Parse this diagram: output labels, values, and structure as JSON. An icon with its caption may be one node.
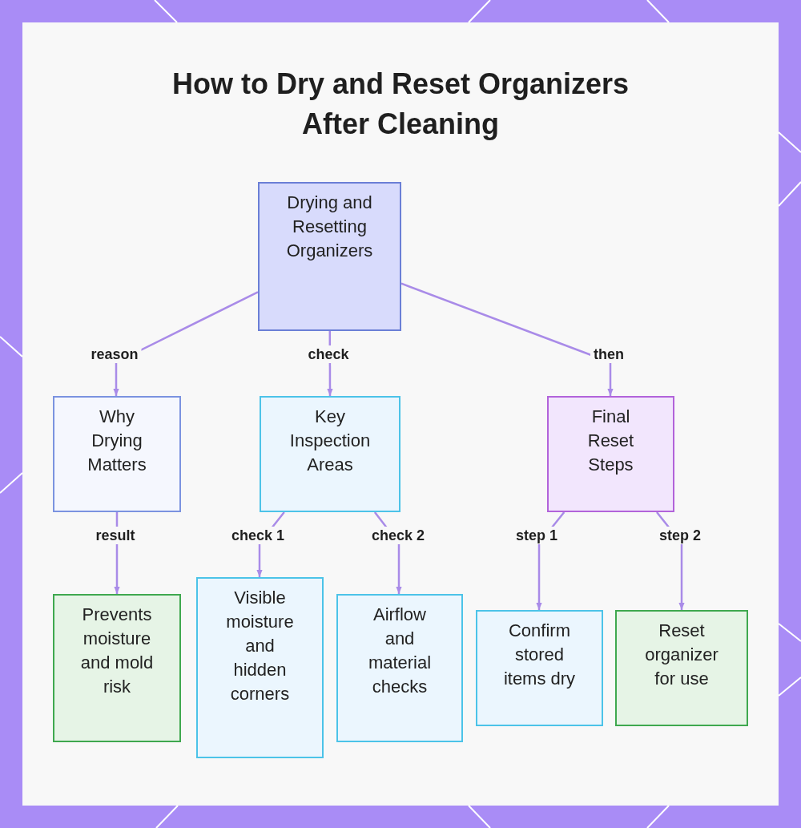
{
  "diagram": {
    "title": "How to Dry and Reset Organizers After Cleaning",
    "nodes": [
      {
        "text": [
          "Drying and Resetting Organizers"
        ]
      },
      {
        "text": [
          "Why Drying Matters"
        ]
      },
      {
        "text": [
          "Key Inspection Areas"
        ]
      },
      {
        "text": [
          "Final Reset Steps"
        ]
      },
      {
        "text": [
          "Prevents moisture and mold risk"
        ]
      },
      {
        "text": [
          "Visible moisture and hidden corners"
        ]
      },
      {
        "text": [
          "Airflow and material checks"
        ]
      },
      {
        "text": [
          "Confirm stored items dry"
        ]
      },
      {
        "text": [
          "Reset organizer for use"
        ]
      }
    ],
    "edges": [
      {
        "from": 0,
        "to": 1,
        "arrow": "to",
        "label": "reason"
      },
      {
        "from": 0,
        "to": 2,
        "arrow": "to",
        "label": "check"
      },
      {
        "from": 0,
        "to": 3,
        "arrow": "to",
        "label": "then"
      },
      {
        "from": 1,
        "to": 4,
        "arrow": "to",
        "label": "result"
      },
      {
        "from": 2,
        "to": 5,
        "arrow": "to",
        "label": "check 1"
      },
      {
        "from": 2,
        "to": 6,
        "arrow": "to",
        "label": "check 2"
      },
      {
        "from": 3,
        "to": 7,
        "arrow": "to",
        "label": "step 1"
      },
      {
        "from": 3,
        "to": 8,
        "arrow": "to",
        "label": "step 2"
      }
    ]
  }
}
